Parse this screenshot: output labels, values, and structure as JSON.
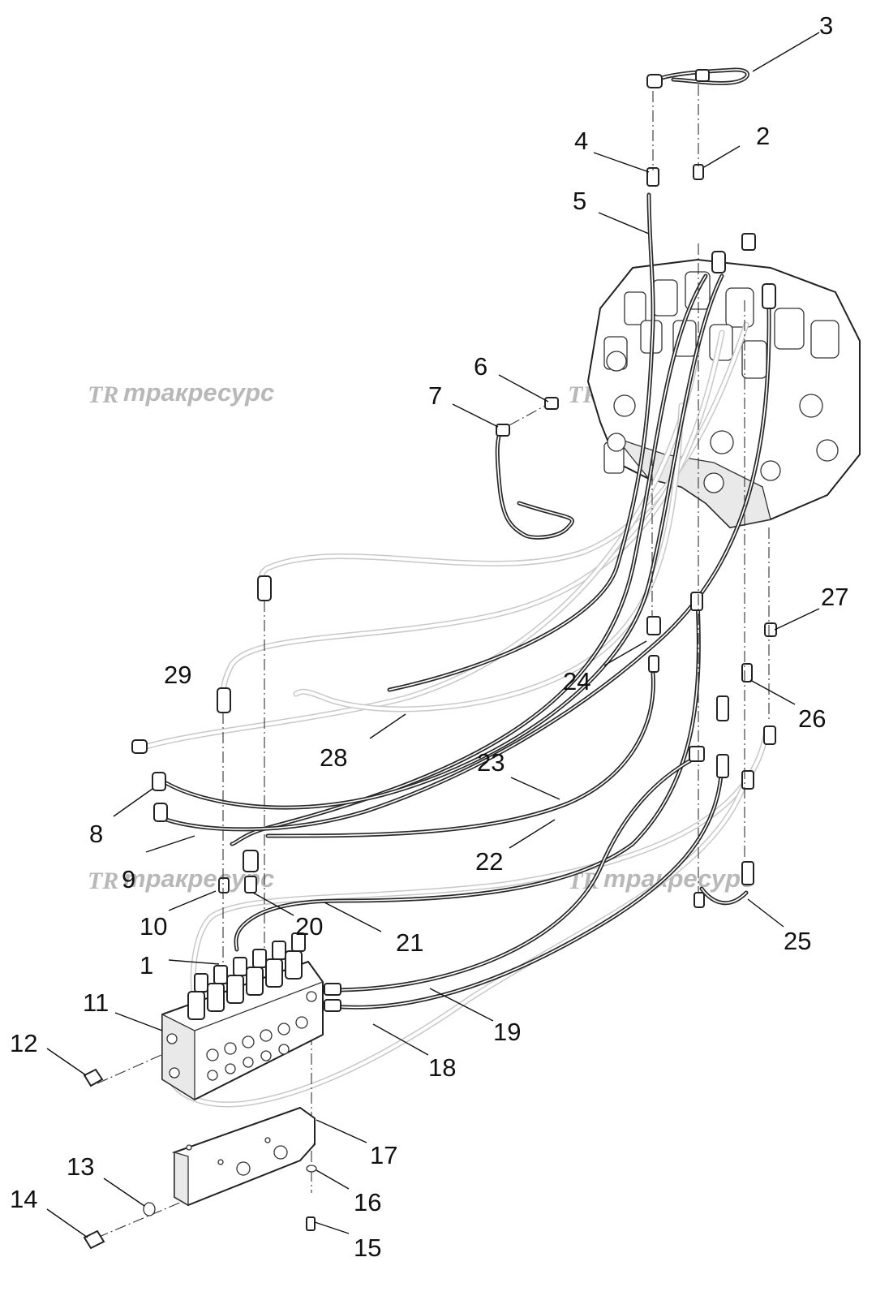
{
  "watermark": {
    "logo": "TR",
    "text": "тракресурс"
  },
  "callouts": {
    "n1": "1",
    "n2": "2",
    "n3": "3",
    "n4": "4",
    "n5": "5",
    "n6": "6",
    "n7": "7",
    "n8": "8",
    "n9": "9",
    "n10": "10",
    "n11": "11",
    "n12": "12",
    "n13": "13",
    "n14": "14",
    "n15": "15",
    "n16": "16",
    "n17": "17",
    "n18": "18",
    "n19": "19",
    "n20": "20",
    "n21": "21",
    "n22": "22",
    "n23": "23",
    "n24": "24",
    "n25": "25",
    "n26": "26",
    "n27": "27",
    "n28": "28",
    "n29": "29"
  }
}
